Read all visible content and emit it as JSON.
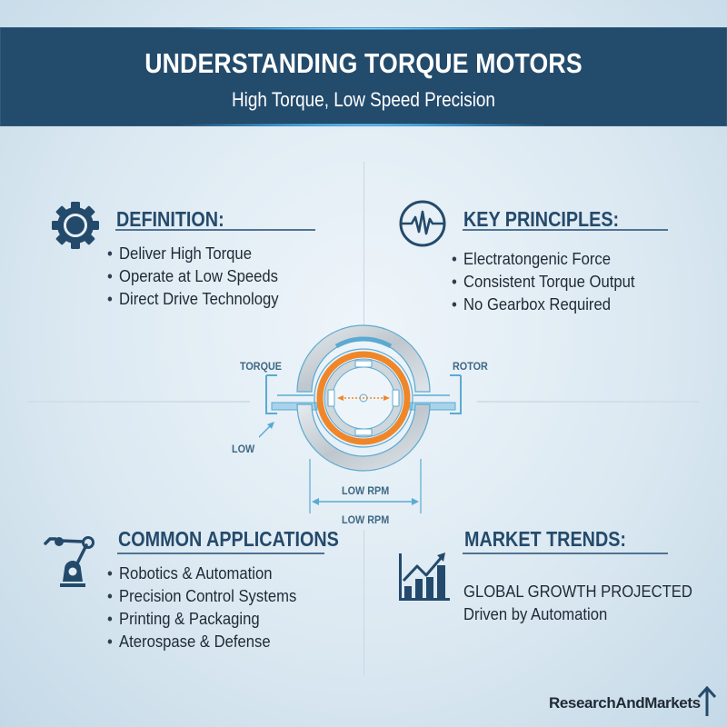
{
  "header": {
    "title": "UNDERSTANDING TORQUE MOTORS",
    "subtitle": "High Torque, Low Speed Precision"
  },
  "sections": {
    "definition": {
      "icon": "gear-icon",
      "title": "DEFINITION:",
      "items": [
        "Deliver High Torque",
        "Operate at Low Speeds",
        "Direct Drive Technology"
      ]
    },
    "key_principles": {
      "icon": "waveform-circle-icon",
      "title": "KEY PRINCIPLES:",
      "items": [
        "Electratongenic Force",
        "Consistent Torque Output",
        "No Gearbox Required"
      ]
    },
    "applications": {
      "icon": "robot-arm-icon",
      "title": "COMMON APPLICATIONS",
      "items": [
        "Robotics & Automation",
        "Precision Control Systems",
        "Printing & Packaging",
        "Aterospase & Defense"
      ]
    },
    "market_trends": {
      "icon": "growth-chart-icon",
      "title": "MARKET TRENDS:",
      "lines": [
        "GLOBAL GROWTH PROJECTED",
        "Driven by Automation"
      ]
    }
  },
  "diagram": {
    "labels": {
      "torque": "TORQUE",
      "rotor": "ROTOR",
      "low": "LOW",
      "low_rpm_top": "LOW RPM",
      "low_rpm_bottom": "LOW RPM"
    },
    "colors": {
      "accent_orange": "#f0862a",
      "line_blue": "#5aaad2",
      "ring_gray": "#c5ccd3"
    }
  },
  "footer": {
    "brand": "ResearchAndMarkets",
    "brand_icon": "up-arrow-icon"
  },
  "colors": {
    "banner": "#234b6c",
    "heading": "#244a6b",
    "text": "#1f2a35"
  }
}
